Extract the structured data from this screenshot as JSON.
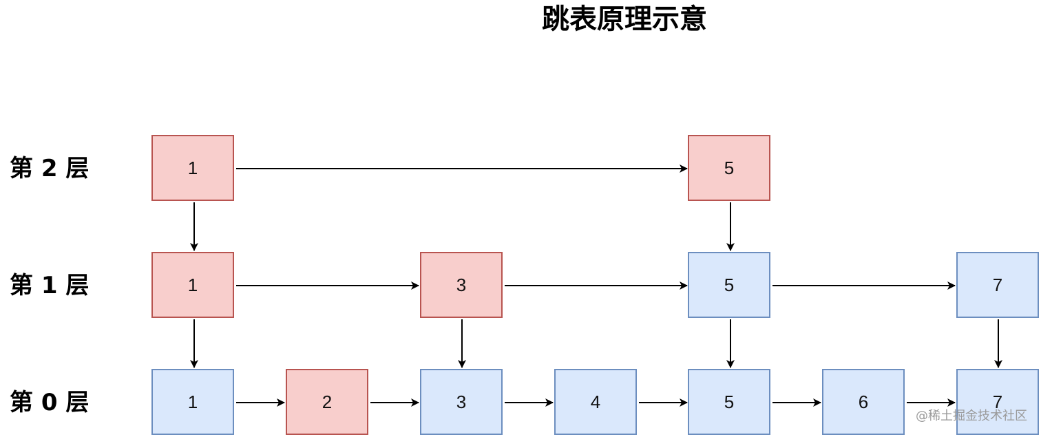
{
  "title": "跳表原理示意",
  "layers": [
    {
      "label": "第 2 层",
      "nodes": [
        {
          "value": "1",
          "color": "red"
        },
        {
          "value": "5",
          "color": "red"
        }
      ]
    },
    {
      "label": "第 1 层",
      "nodes": [
        {
          "value": "1",
          "color": "red"
        },
        {
          "value": "3",
          "color": "red"
        },
        {
          "value": "5",
          "color": "blue"
        },
        {
          "value": "7",
          "color": "blue"
        }
      ]
    },
    {
      "label": "第 0 层",
      "nodes": [
        {
          "value": "1",
          "color": "blue"
        },
        {
          "value": "2",
          "color": "red"
        },
        {
          "value": "3",
          "color": "blue"
        },
        {
          "value": "4",
          "color": "blue"
        },
        {
          "value": "5",
          "color": "blue"
        },
        {
          "value": "6",
          "color": "blue"
        },
        {
          "value": "7",
          "color": "blue"
        }
      ]
    }
  ],
  "colors": {
    "red_fill": "#f8cecc",
    "red_stroke": "#b85450",
    "blue_fill": "#dae8fc",
    "blue_stroke": "#6c8ebf",
    "arrow": "#000000"
  },
  "watermark": "@稀土掘金技术社区"
}
